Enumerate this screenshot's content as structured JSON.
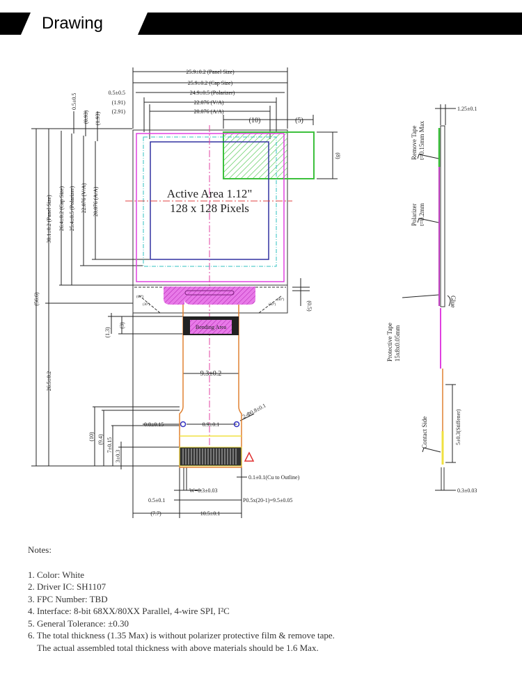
{
  "header": {
    "title": "Drawing"
  },
  "top_dims": [
    "25.9±0.2 (Panel Size)",
    "25.9±0.2 (Cap Size)",
    "24.9±0.5 (Polarizer)",
    "22.076 (V/A)",
    "20.076 (A/A)",
    "0.5±0.5",
    "(1.91)",
    "(2.91)",
    "(10)",
    "(5)",
    "(8)"
  ],
  "vert_top_dims": [
    "0.5±0.5",
    "(0.93)",
    "(1.93)"
  ],
  "left_dims": [
    "(56.6)",
    "30.1±0.2 (Panel Size)",
    "26.4±0.2 (Cap Size)",
    "25.4±0.5 (Polarizer)",
    "22.076 (V/A)",
    "20.076 (A/A)",
    "26.5±0.2",
    "(1.3)",
    "(3)",
    "(10)",
    "(9.4)",
    "7±0.15",
    "3±0.3",
    "(0.5)"
  ],
  "active_area": {
    "line1": "Active Area 1.12\"",
    "line2": "128 x 128 Pixels"
  },
  "angles": [
    "(60°)",
    "(30°)",
    "(30°)",
    "(60°)"
  ],
  "bending_area": "Bending Area",
  "fpc_dims": [
    "9.3±0.2",
    "0.8±0.15",
    "8.9±0.1",
    "2-Φ0.8±0.1",
    "0.1±0.1(Cu to Outline)",
    "W=0.3±0.03",
    "0.5±0.1",
    "P0.5x(20-1)=9.5±0.05",
    "(7.7)",
    "10.5±0.1"
  ],
  "side_view": [
    "1.25±0.1",
    "Remove Tape",
    "t=0.15mm Max",
    "Polarizer",
    "t=0.2mm",
    "Glue",
    "Protective Tape",
    "15x8x0.05mm",
    "Contact Side",
    "5±0.3(Stiffener)",
    "0.3±0.03"
  ],
  "notes": {
    "title": "Notes:",
    "items": [
      "1. Color: White",
      "2. Driver IC: SH1107",
      "3. FPC Number: TBD",
      "4. Interface: 8-bit 68XX/80XX Parallel, 4-wire SPI, I²C",
      "5. General Tolerance: ±0.30",
      "6. The total thickness (1.35 Max) is without polarizer protective film & remove tape.",
      "The actual assembled total thickness with above materials should be 1.6 Max."
    ]
  },
  "colors": {
    "magenta": "#e040e0",
    "green": "#3cc03c",
    "cyan": "#30c0c0",
    "blue": "#3030a0",
    "orange": "#e08030",
    "red": "#e03030",
    "yellow": "#f0e040"
  }
}
